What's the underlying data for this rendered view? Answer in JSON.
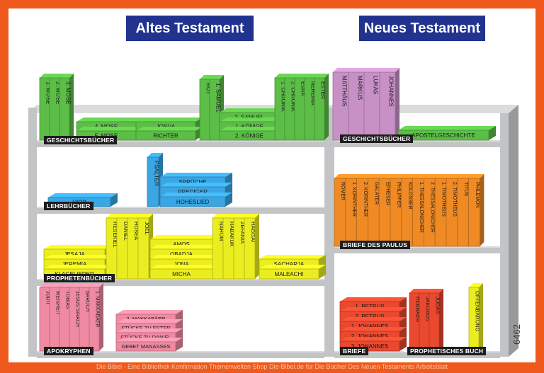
{
  "header": {
    "left_title": "Altes Testament",
    "right_title": "Neues Testament"
  },
  "labels": {
    "geschichte": "GESCHICHTSBÜCHER",
    "lehr": "LEHRBÜCHER",
    "propheten": "PROPHETENBÜCHER",
    "apokryphen": "APOKRYPHEN",
    "nt_geschichte": "GESCHICHTSBÜCHER",
    "paulus": "BRIEFE DES PAULUS",
    "briefe": "BRIEFE",
    "prophetisch": "PROPHETISCHES BUCH"
  },
  "colors": {
    "green": "#5cbe47",
    "blue": "#3aa6e4",
    "yellow": "#eaee20",
    "pink": "#ef8aa2",
    "purple": "#c791c6",
    "orange": "#f08a24",
    "red": "#e8492f",
    "shelf": "#c3c4c6"
  },
  "books": {
    "ot_hist_standing_a": [
      "1. MOSE",
      "2. MOSE",
      "3. MOSE"
    ],
    "ot_hist_lying_a": [
      "4. MOSE",
      "5. MOSE"
    ],
    "ot_hist_lying_b": [
      "JOSUA",
      "RICHTER"
    ],
    "ot_hist_standing_b": [
      "RUT",
      "1. SAMUEL"
    ],
    "ot_hist_lying_c": [
      "2. SAMUEL",
      "1. KÖNIGE",
      "2. KÖNIGE"
    ],
    "ot_hist_standing_c": [
      "1. CHRONIK",
      "2. CHRONIK",
      "ESRA",
      "NEHEMIA",
      "ESTER"
    ],
    "ot_lehr_lying_a": [
      "HIOB"
    ],
    "ot_lehr_standing": [
      "PSALTER"
    ],
    "ot_lehr_lying_b": [
      "SPRÜCHE",
      "PREDIGER",
      "HOHESLIED"
    ],
    "ot_proph_lying_a": [
      "JESAJA",
      "JEREMIA",
      "KLAGELIEDER"
    ],
    "ot_proph_standing_a": [
      "HESEKIEL",
      "DANIEL",
      "HOSEA",
      "JOEL"
    ],
    "ot_proph_lying_b": [
      "AMOS",
      "OBADJA",
      "JONA",
      "MICHA"
    ],
    "ot_proph_standing_b": [
      "NAHUM",
      "HABAKUK",
      "ZEFANIA",
      "HAGGAI"
    ],
    "ot_proph_lying_c": [
      "SACHARJA",
      "MALEACHI"
    ],
    "ot_apok_standing": [
      "JUDIT",
      "WEISHEIT",
      "TOBIAS",
      "JESUS SIRACH",
      "BARUCH",
      "1. MAKKABÄER"
    ],
    "ot_apok_lying": [
      "2. MAKKABÄER",
      "STÜCKE ZU ESTER",
      "STÜCKE ZU DANIEL",
      "GEBET MANASSES"
    ],
    "nt_hist_standing": [
      "MATTHÄUS",
      "MARKUS",
      "LUKAS",
      "JOHANNES"
    ],
    "nt_hist_lying": [
      "APOSTELGESCHICHTE"
    ],
    "nt_paulus_standing": [
      "RÖMER",
      "1. KORINTHER",
      "2. KORINTHER",
      "GALATER",
      "EPHESER",
      "PHILIPPER",
      "KOLOSSER",
      "1. THESSALONICHER",
      "2. THESSALONICHER",
      "1. TIMOTHEUS",
      "2. TIMOTHEUS",
      "TITUS",
      "PHILEMON"
    ],
    "nt_briefe_lying": [
      "1. PETRUS",
      "2. PETRUS",
      "1. JOHANNES",
      "2. JOHANNES",
      "3. JOHANNES"
    ],
    "nt_briefe_standing": [
      "HEBRÄER",
      "JAKOBUS",
      "JUDAS"
    ],
    "nt_proph_standing": [
      "OFFENBARUNG"
    ]
  },
  "code": "6462",
  "footer": "Die Bibel - Eine Bibliothek Konfirmation Themenwelten Shop Die-Bibel.de für Die Bücher Des Neuen Testaments Arbeitsblatt"
}
